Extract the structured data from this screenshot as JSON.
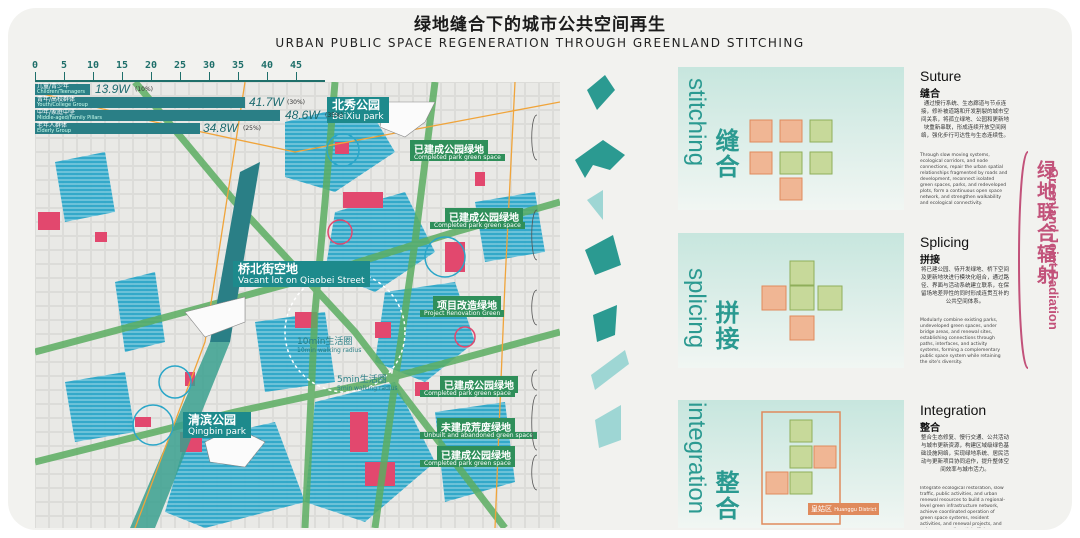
{
  "title": {
    "zh": "绿地缝合下的城市公共空间再生",
    "en": "URBAN PUBLIC SPACE REGENERATION THROUGH GREENLAND STITCHING"
  },
  "ruler": {
    "ticks": [
      "0",
      "5",
      "10",
      "15",
      "20",
      "25",
      "30",
      "35",
      "40",
      "45"
    ]
  },
  "population": [
    {
      "zh": "儿童/青少年",
      "en": "Children/Teenagers",
      "value": "13.9",
      "unit": "W",
      "pct": "(10%)"
    },
    {
      "zh": "青年/高校群体",
      "en": "Youth/College Group",
      "value": "41.7",
      "unit": "W",
      "pct": "(30%)"
    },
    {
      "zh": "中年/家庭中坚",
      "en": "Middle-aged/Family Pillars",
      "value": "48.6",
      "unit": "W",
      "pct": "(35%)"
    },
    {
      "zh": "老年人群体",
      "en": "Elderly Group",
      "value": "34.8",
      "unit": "W",
      "pct": "(25%)"
    }
  ],
  "map_labels": {
    "beixiu": {
      "zh": "北秀公园",
      "en": "BeiXiu park"
    },
    "qiaobei": {
      "zh": "桥北街空地",
      "en": "Vacant lot on Qiaobei Street"
    },
    "qingbin": {
      "zh": "清滨公园",
      "en": "Qingbin park"
    },
    "ten_min": {
      "zh": "10min生活圈",
      "en": "10min walking radius"
    },
    "five_min": {
      "zh": "5min生活圈",
      "en": "5min walking radius"
    }
  },
  "callouts": [
    {
      "zh": "已建成公园绿地",
      "en": "Completed park green space"
    },
    {
      "zh": "已建成公园绿地",
      "en": "Completed park green space"
    },
    {
      "zh": "项目改造绿地",
      "en": "Project Renovation Green"
    },
    {
      "zh": "已建成公园绿地",
      "en": "Completed park green space"
    },
    {
      "zh": "未建成荒废绿地",
      "en": "Unbuilt and abandoned green space"
    },
    {
      "zh": "已建成公园绿地",
      "en": "Completed park green space"
    }
  ],
  "panels": [
    {
      "en": "Suture",
      "zh": "缝合",
      "vert_en": "stitching",
      "vert_zh": "缝合",
      "body_zh": "通过慢行系统、生态廊道与节点连接，修补被道路和开发割裂的城市空间关系，将孤立绿地、公园和更新地块重新串联，形成连续开放空间网络，强化步行可达性与生态连续性。",
      "body_en": "Through slow moving systems, ecological corridors, and node connections, repair the urban spatial relationships fragmented by roads and development, reconnect isolated green spaces, parks, and redeveloped plots, form a continuous open space network, and strengthen walkability and ecological connectivity."
    },
    {
      "en": "Splicing",
      "zh": "拼接",
      "vert_en": "splicing",
      "vert_zh": "拼接",
      "body_zh": "将已建公园、待开发绿地、桥下空间及更新地块进行模块化组合，通过路径、界面与活动系统建立联系，在保留场地差异性的同时形成连贯互补的公共空间体系。",
      "body_en": "Modularly combine existing parks, undeveloped green spaces, under bridge areas, and renewal sites, establishing connections through paths, interfaces, and activity systems, forming a complementary public space system while retaining the site's diversity."
    },
    {
      "en": "Integration",
      "zh": "整合",
      "vert_en": "integration",
      "vert_zh": "整合",
      "body_zh": "整合生态修复、慢行交通、公共活动与城市更新资源，构建区域级绿色基础设施网络，实现绿地系统、居民活动与更新项目协同运作，提升整体空间效率与城市活力。",
      "body_en": "Integrate ecological restoration, slow traffic, public activities, and urban renewal resources to build a regional-level green infrastructure network, achieve coordinated operation of green space systems, resident activities, and renewal projects, and enhance overall spatial efficiency."
    }
  ],
  "district": {
    "zh": "皇姑区",
    "en": "Huanggu District"
  },
  "side": {
    "zh": "绿地联合辐射",
    "en": "Greenland Joint Radiation"
  },
  "colors": {
    "teal": "#2b9a91",
    "pink": "#e2486e",
    "blue": "#2aa6c8",
    "green": "#5cae62",
    "side_pink": "#c2527a"
  }
}
